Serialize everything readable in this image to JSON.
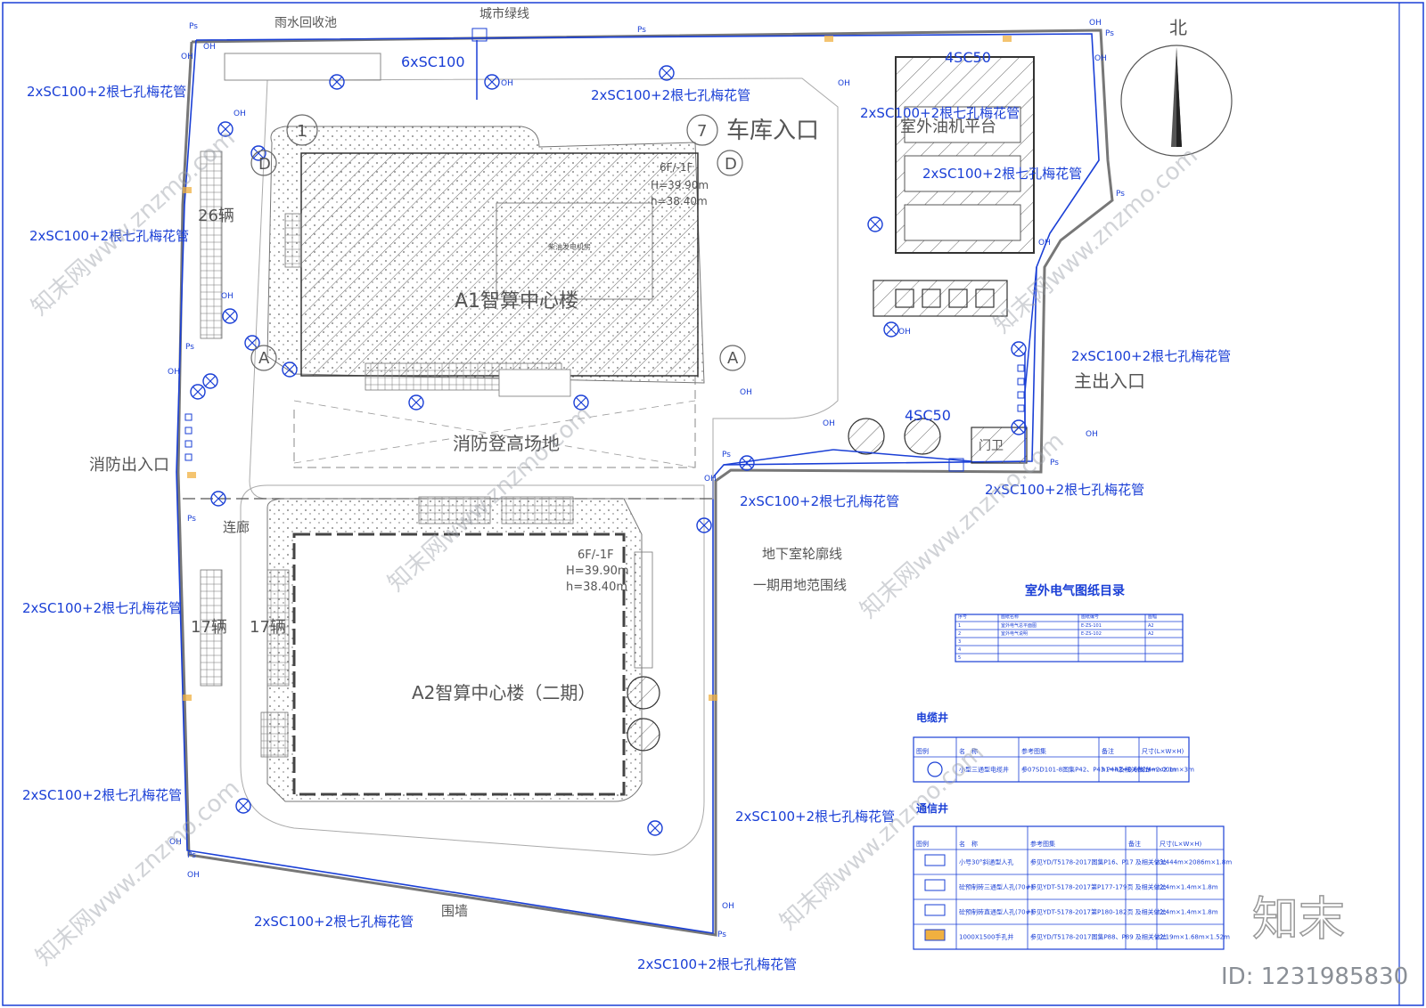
{
  "north": "北",
  "labels": {
    "rain": "雨水回收池",
    "green": "城市绿线",
    "c6": "6xSC100",
    "c4a": "4SC50",
    "c4b": "4SC50",
    "garage": "车库入口",
    "oil": "室外油机平台",
    "a1": "A1智算中心楼",
    "a1floor": "6F/-1F",
    "a1h": "H=39.90m",
    "a1h2": "h=38.40m",
    "fire": "消防出入口",
    "platform": "消防登高场地",
    "main": "主出入口",
    "link": "连廊",
    "basement": "地下室轮廓线",
    "phase1": "一期用地范围线",
    "a2": "A2智算中心楼（二期）",
    "a2floor": "6F/-1F",
    "a2h": "H=39.90m",
    "a2h2": "h=38.40m",
    "park26": "26辆",
    "park17a": "17辆",
    "park17b": "17辆",
    "wall": "围墙",
    "guard": "门卫",
    "inner": "柴油发电机房",
    "axis1": "1",
    "axis7": "7",
    "axisD1": "D",
    "axisD2": "D",
    "axisA1": "A",
    "axisA2": "A"
  },
  "cable": "2xSC100+2根七孔梅花管",
  "tags": {
    "ps": "Ps",
    "oh": "OH"
  },
  "table_title": "室外电气图纸目录",
  "index_table": {
    "headers": [
      "序号",
      "图纸名称",
      "图纸编号",
      "图幅"
    ],
    "rows": [
      [
        "1",
        "室外电气总平面图",
        "E-ZS-101",
        "A2"
      ],
      [
        "2",
        "室外电气说明",
        "E-ZS-102",
        "A2"
      ],
      [
        "3",
        "",
        "",
        ""
      ],
      [
        "4",
        "",
        "",
        ""
      ],
      [
        "5",
        "",
        "",
        ""
      ]
    ]
  },
  "cable_well": {
    "title": "电缆井",
    "headers": [
      "图例",
      "名　称",
      "参考图集",
      "备注",
      "尺寸(L×W×H)"
    ],
    "rows": [
      [
        "",
        "小型三通型电缆井",
        "参07SD101-8图集P42、P43 P44及相关做法",
        "h1=h2=0.6m H=2.00m",
        "2.4m×2.1m×3m"
      ]
    ]
  },
  "comm_well": {
    "title": "通信井",
    "headers": [
      "图例",
      "名　称",
      "参考图集",
      "备注",
      "尺寸(L×W×H)"
    ],
    "rows": [
      [
        "",
        "小号30°斜通型人孔",
        "参见YD/T5178-2017图集P16、P17 及相关做法",
        "",
        "3.444m×2086m×1.8m"
      ],
      [
        "",
        "砼预制砖三通型人孔(70#)",
        "参见YDT-5178-2017第P177-179页 及相关做法",
        "",
        "2.4m×1.4m×1.8m"
      ],
      [
        "",
        "砼预制砖直通型人孔(70#)",
        "参见YDT-5178-2017第P180-182页 及相关做法",
        "",
        "2.4m×1.4m×1.8m"
      ],
      [
        "",
        "1000X1500手孔井",
        "参见YD/T5178-2017图集P88、P89 及相关做法",
        "",
        "2.19m×1.68m×1.52m"
      ]
    ]
  },
  "brand": "知末",
  "watermark": "知末网www.znzmo.com",
  "id_text": "ID: 1231985830",
  "colors": {
    "blue": "#1a3fd6",
    "gray": "#555555",
    "hatch": "#666666",
    "orange": "#f0b040"
  }
}
